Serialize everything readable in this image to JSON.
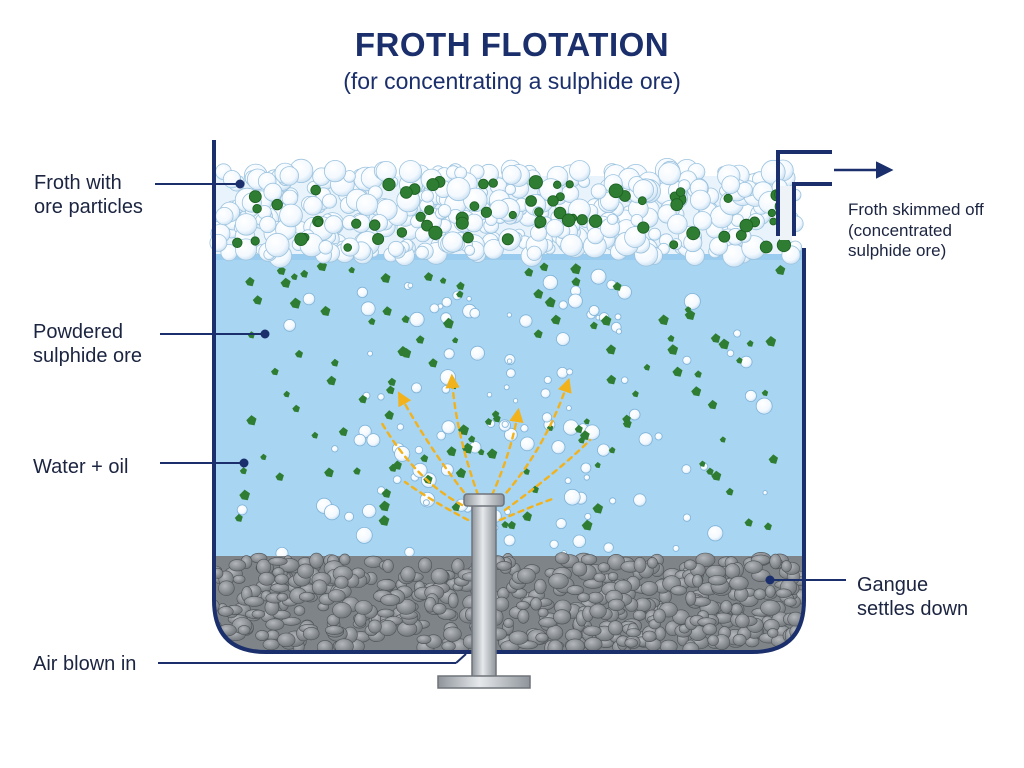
{
  "title": "FROTH FLOTATION",
  "subtitle": "(for concentrating a sulphide ore)",
  "labels": {
    "froth": [
      "Froth with",
      "ore particles"
    ],
    "powdered_ore": [
      "Powdered",
      "sulphide ore"
    ],
    "water_oil": [
      "Water + oil"
    ],
    "air": [
      "Air blown in"
    ],
    "skimmed": [
      "Froth skimmed off",
      "(concentrated",
      "sulphide ore)"
    ],
    "gangue": [
      "Gangue",
      "settles down"
    ]
  },
  "colors": {
    "tank_outline": "#1a2f6b",
    "water": "#a8d5f2",
    "froth_bubble": "#ffffff",
    "ore_particle": "#2e7d32",
    "gangue": "#8a8f94",
    "air_arrow": "#f2b21c",
    "pipe": "#b9bec4"
  }
}
